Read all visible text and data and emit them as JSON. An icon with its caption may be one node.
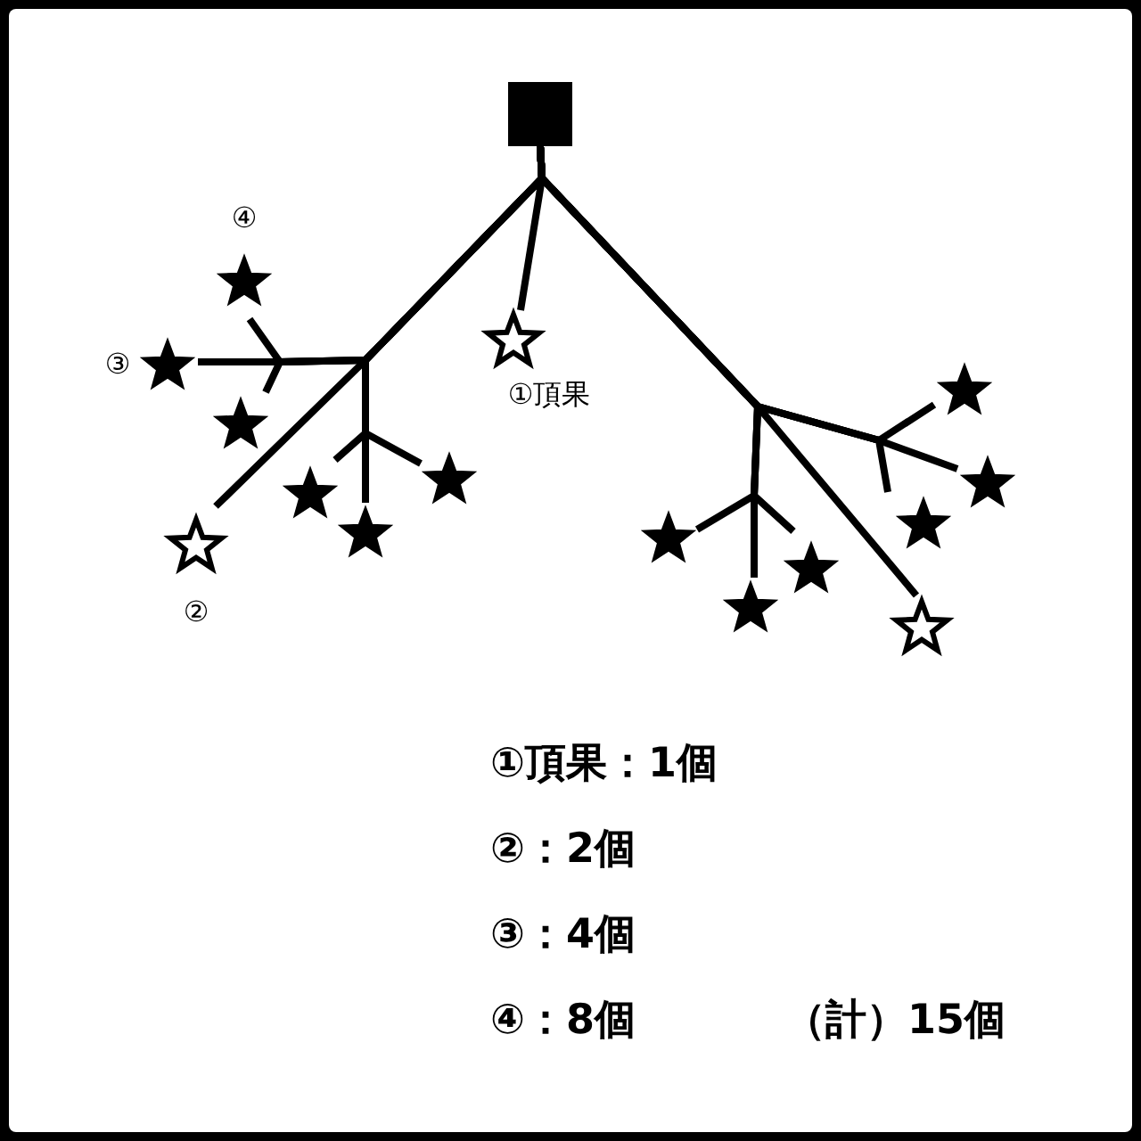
{
  "diagram": {
    "nodes": [
      {
        "text": [],
        "shape": "box"
      },
      {
        "text": [],
        "shape": "star",
        "beside": [
          "④"
        ]
      },
      {
        "text": [],
        "shape": "hollow-star",
        "beside": [
          "①頂果"
        ]
      },
      {
        "text": [],
        "shape": "star",
        "beside": [
          "③"
        ]
      },
      {
        "text": [],
        "shape": "star"
      },
      {
        "text": [],
        "shape": "star"
      },
      {
        "text": [],
        "shape": "star"
      },
      {
        "text": [],
        "shape": "star"
      },
      {
        "text": [],
        "shape": "star"
      },
      {
        "text": [],
        "shape": "star"
      },
      {
        "text": [],
        "shape": "star"
      },
      {
        "text": [],
        "shape": "star"
      },
      {
        "text": [],
        "shape": "hollow-star",
        "beside": [
          "②"
        ]
      },
      {
        "text": [],
        "shape": "star"
      },
      {
        "text": [],
        "shape": "star"
      },
      {
        "text": [],
        "shape": "hollow-star"
      }
    ],
    "edges": [
      {
        "from": 0,
        "to": 1,
        "arrow": "none"
      },
      {
        "from": 0,
        "to": 2,
        "arrow": "none"
      },
      {
        "from": 0,
        "to": 3,
        "arrow": "none"
      },
      {
        "from": 0,
        "to": 4,
        "arrow": "none"
      },
      {
        "from": 0,
        "to": 5,
        "arrow": "none"
      },
      {
        "from": 0,
        "to": 6,
        "arrow": "none"
      },
      {
        "from": 0,
        "to": 7,
        "arrow": "none"
      },
      {
        "from": 0,
        "to": 8,
        "arrow": "none"
      },
      {
        "from": 0,
        "to": 9,
        "arrow": "none"
      },
      {
        "from": 0,
        "to": 10,
        "arrow": "none"
      },
      {
        "from": 0,
        "to": 11,
        "arrow": "none"
      },
      {
        "from": 0,
        "to": 12,
        "arrow": "none"
      },
      {
        "from": 0,
        "to": 13,
        "arrow": "none"
      },
      {
        "from": 0,
        "to": 14,
        "arrow": "none"
      },
      {
        "from": 0,
        "to": 15,
        "arrow": "none"
      }
    ],
    "labels": [
      "①頂果：1個",
      "②：2個",
      "③：4個",
      "④：8個",
      "（計）15個"
    ]
  }
}
